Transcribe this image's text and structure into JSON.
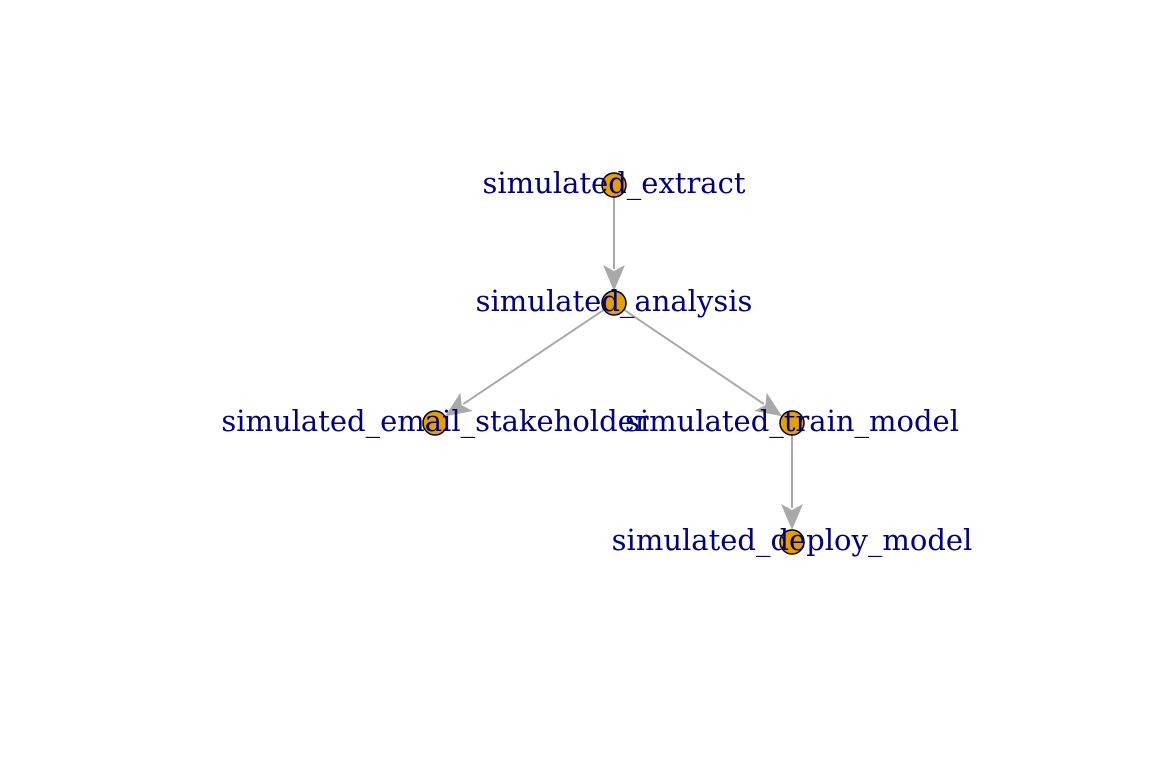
{
  "diagram": {
    "type": "directed-graph",
    "colors": {
      "node_fill": "#e69f00",
      "node_stroke": "#000000",
      "edge": "#a9a9a9",
      "label": "#000080",
      "background": "#ffffff"
    },
    "nodes": [
      {
        "id": "extract",
        "label": "simulated_extract"
      },
      {
        "id": "analysis",
        "label": "simulated_analysis"
      },
      {
        "id": "email",
        "label": "simulated_email_stakeholder"
      },
      {
        "id": "train",
        "label": "simulated_train_model"
      },
      {
        "id": "deploy",
        "label": "simulated_deploy_model"
      }
    ],
    "edges": [
      {
        "from": "extract",
        "to": "analysis"
      },
      {
        "from": "analysis",
        "to": "email"
      },
      {
        "from": "analysis",
        "to": "train"
      },
      {
        "from": "train",
        "to": "deploy"
      }
    ]
  }
}
